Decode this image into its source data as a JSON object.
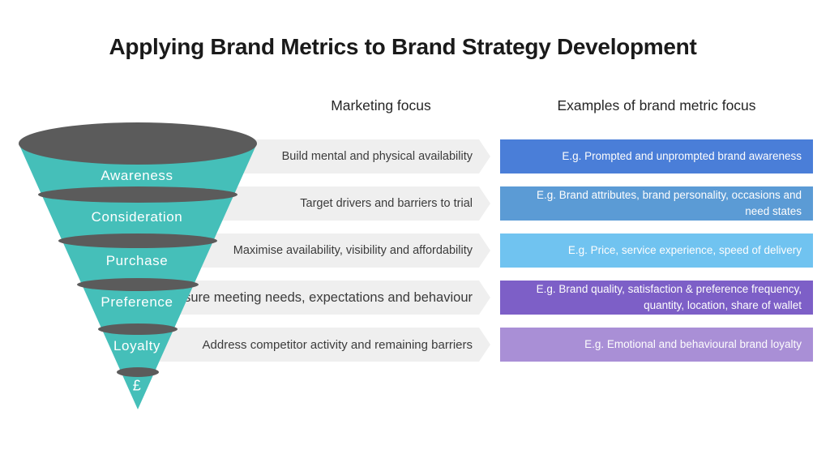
{
  "title": "Applying Brand Metrics to Brand Strategy Development",
  "columns": {
    "marketing_header": "Marketing focus",
    "metrics_header": "Examples of brand metric focus"
  },
  "funnel": {
    "body_color": "#45BFB9",
    "rim_color": "#5B5B5B",
    "stages": [
      {
        "label": "Awareness"
      },
      {
        "label": "Consideration"
      },
      {
        "label": "Purchase"
      },
      {
        "label": "Preference"
      },
      {
        "label": "Loyalty"
      },
      {
        "label": "£"
      }
    ]
  },
  "rows": [
    {
      "stage": "Awareness",
      "marketing_focus": "Build mental and physical availability",
      "metric_example": "E.g. Prompted and unprompted brand awareness",
      "metric_color": "#4A7ED8",
      "focus_bar_color": "#EFEFEF"
    },
    {
      "stage": "Consideration",
      "marketing_focus": "Target drivers and barriers to trial",
      "metric_example": "E.g. Brand attributes, brand personality, occasions and need states",
      "metric_color": "#5B9BD5",
      "focus_bar_color": "#EFEFEF"
    },
    {
      "stage": "Purchase",
      "marketing_focus": "Maximise availability, visibility and affordability",
      "metric_example": "E.g. Price, service experience, speed of delivery",
      "metric_color": "#70C3F0",
      "focus_bar_color": "#EFEFEF"
    },
    {
      "stage": "Preference",
      "marketing_focus": "Ensure meeting needs, expectations and behaviour",
      "metric_example": "E.g. Brand quality, satisfaction & preference  frequency, quantity, location, share of wallet",
      "metric_color": "#7D5FC7",
      "focus_bar_color": "#EFEFEF"
    },
    {
      "stage": "Loyalty",
      "marketing_focus": "Address competitor activity and remaining barriers",
      "metric_example": "E.g. Emotional and behavioural brand loyalty",
      "metric_color": "#A98FD6",
      "focus_bar_color": "#EFEFEF"
    }
  ]
}
